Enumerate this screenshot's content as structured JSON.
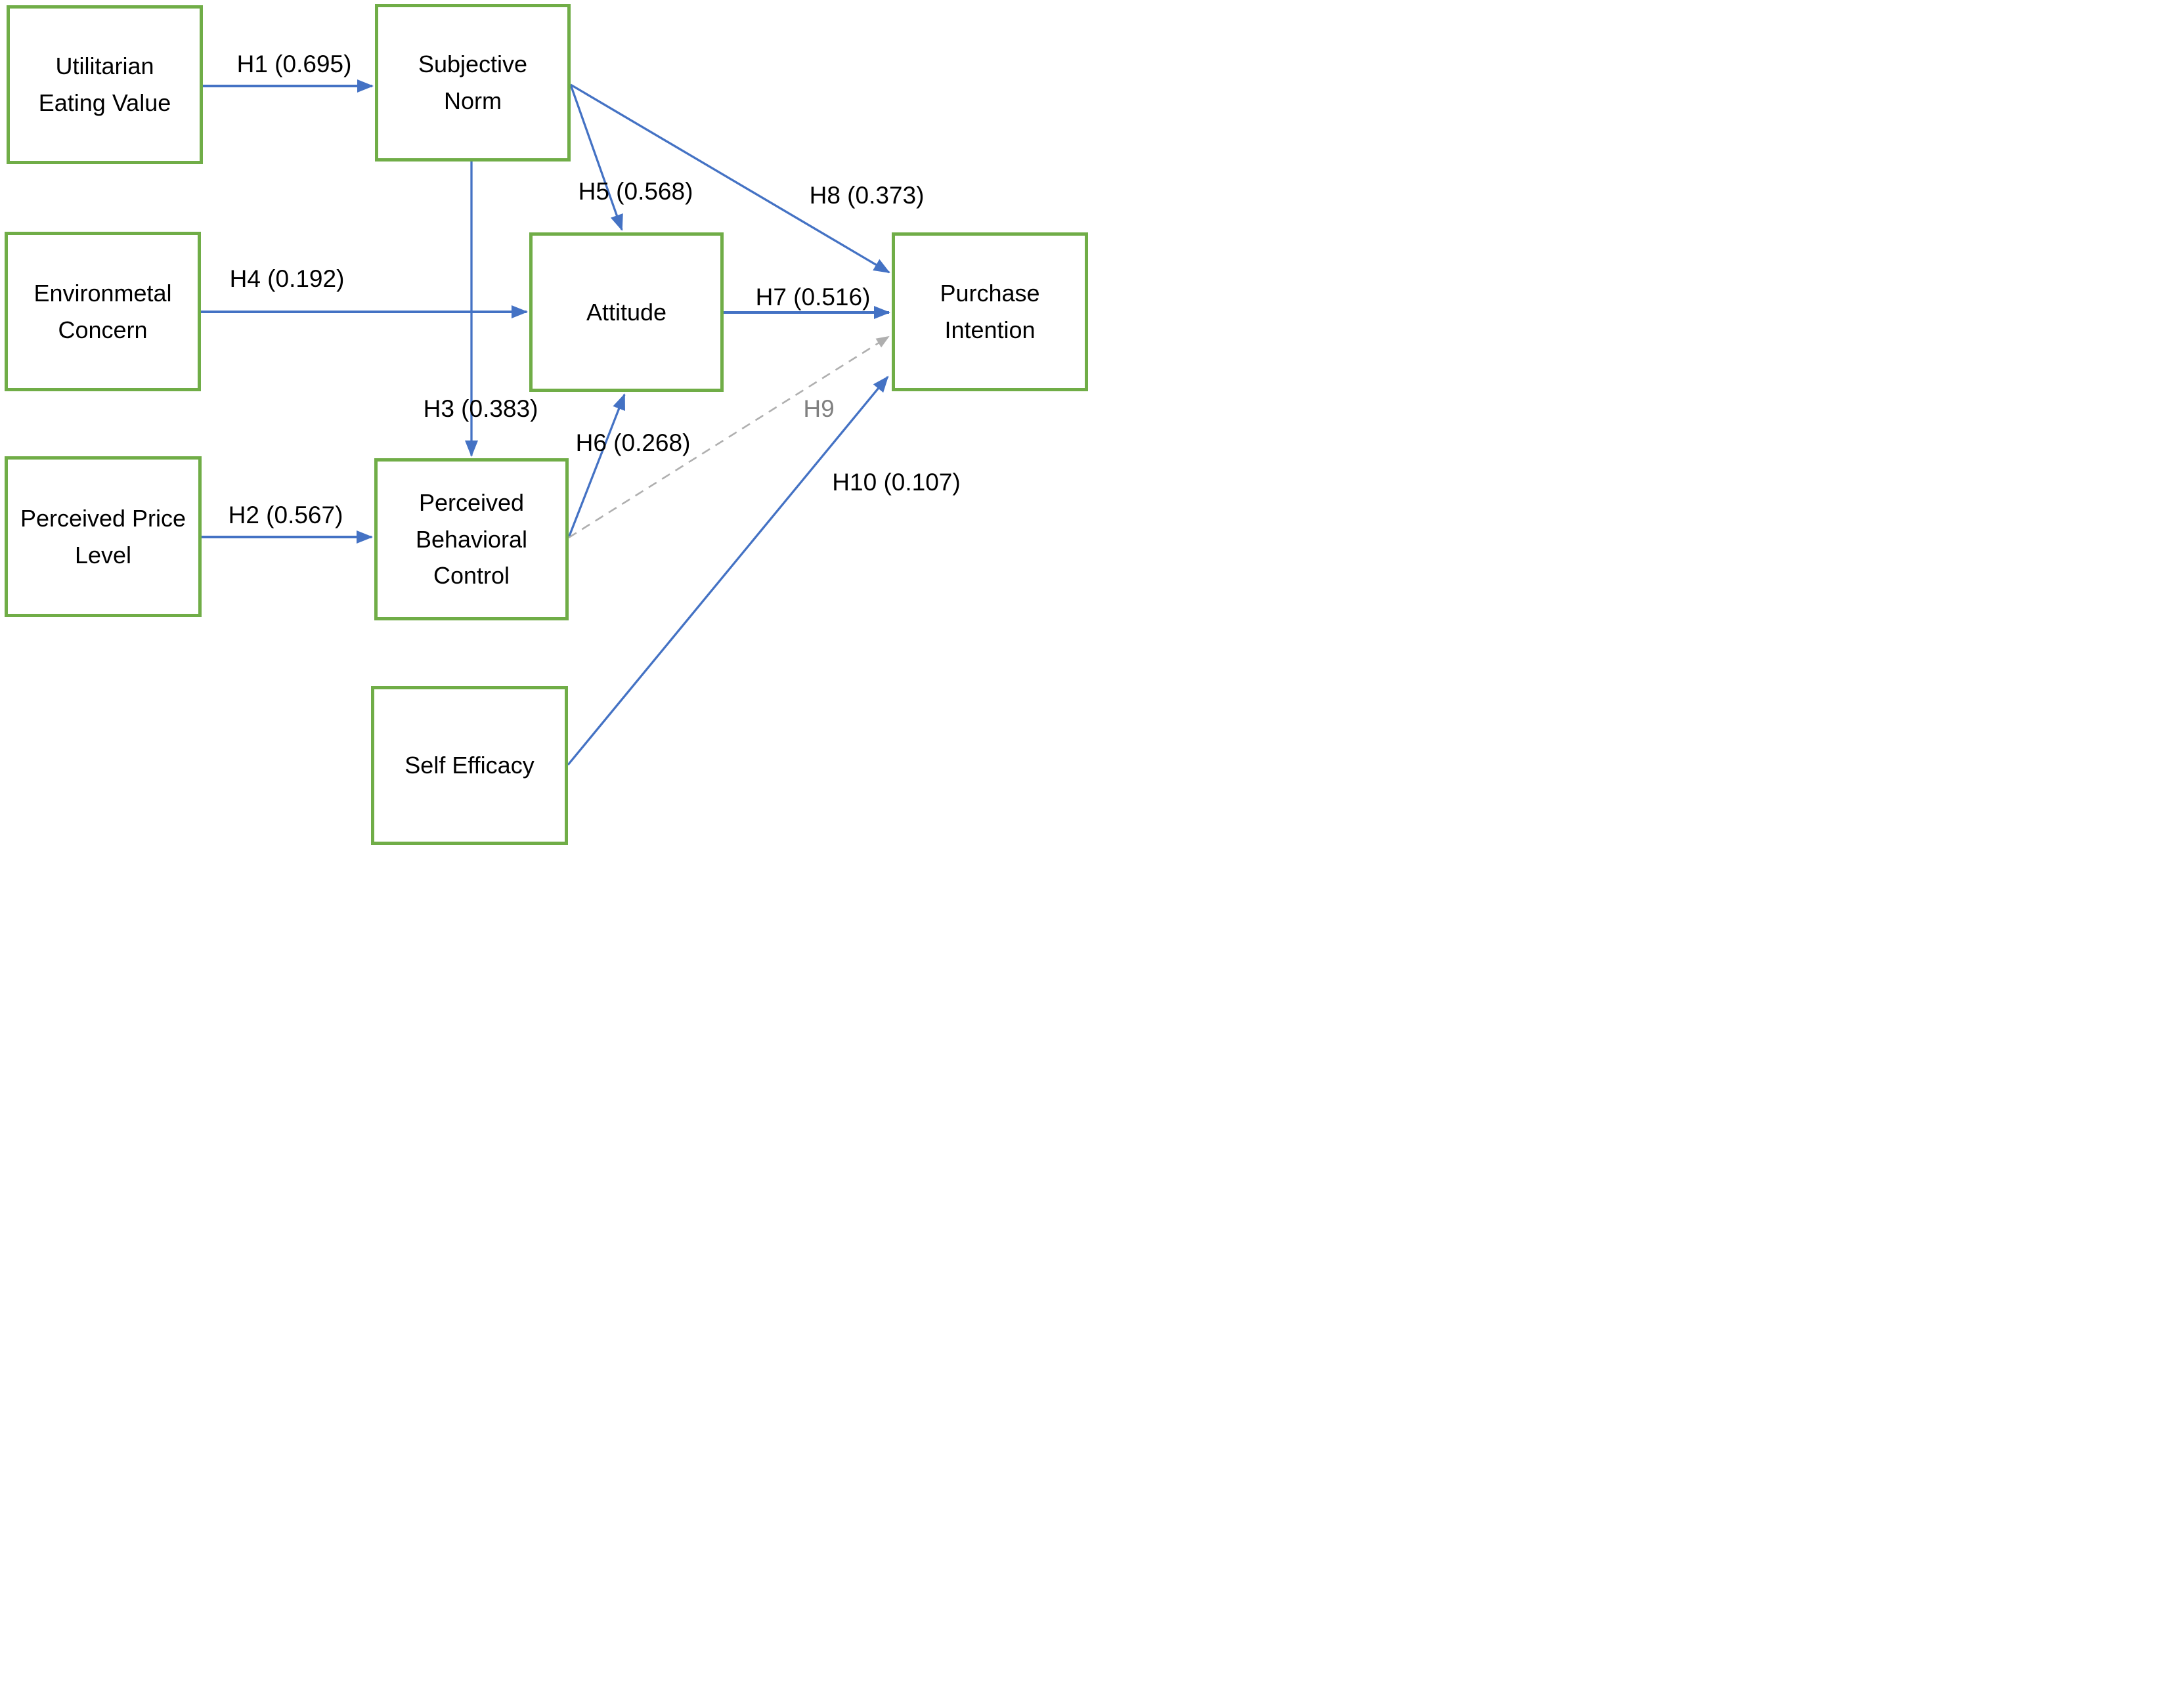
{
  "colors": {
    "node_border": "#70AD47",
    "node_fill": "#FFFFFF",
    "arrow": "#4472C4",
    "dashed_arrow": "#AFAFAF",
    "h9_label": "#808080",
    "text": "#000000"
  },
  "nodes": [
    {
      "id": "utilitarian-eating-value",
      "label": "Utilitarian Eating Value",
      "lines": [
        "Utilitarian",
        "Eating Value"
      ]
    },
    {
      "id": "subjective-norm",
      "label": "Subjective Norm",
      "lines": [
        "Subjective",
        "Norm"
      ]
    },
    {
      "id": "environmental-concern",
      "label": "Environmetal Concern",
      "lines": [
        "Environmetal",
        "Concern"
      ]
    },
    {
      "id": "attitude",
      "label": "Attitude",
      "lines": [
        "Attitude"
      ]
    },
    {
      "id": "purchase-intention",
      "label": "Purchase Intention",
      "lines": [
        "Purchase",
        "Intention"
      ]
    },
    {
      "id": "perceived-price-level",
      "label": "Perceived Price Level",
      "lines": [
        "Perceived Price",
        "Level"
      ]
    },
    {
      "id": "perceived-behavioral-control",
      "label": "Perceived Behavioral Control",
      "lines": [
        "Perceived",
        "Behavioral",
        "Control"
      ]
    },
    {
      "id": "self-efficacy",
      "label": "Self Efficacy",
      "lines": [
        "Self Efficacy"
      ]
    }
  ],
  "edges": [
    {
      "id": "H1",
      "label": "H1 (0.695)",
      "from": "utilitarian-eating-value",
      "to": "subjective-norm",
      "style": "solid"
    },
    {
      "id": "H2",
      "label": "H2 (0.567)",
      "from": "perceived-price-level",
      "to": "perceived-behavioral-control",
      "style": "solid"
    },
    {
      "id": "H3",
      "label": "H3 (0.383)",
      "from": "subjective-norm",
      "to": "perceived-behavioral-control",
      "style": "solid"
    },
    {
      "id": "H4",
      "label": "H4 (0.192)",
      "from": "environmental-concern",
      "to": "attitude",
      "style": "solid"
    },
    {
      "id": "H5",
      "label": "H5 (0.568)",
      "from": "subjective-norm",
      "to": "attitude",
      "style": "solid"
    },
    {
      "id": "H6",
      "label": "H6 (0.268)",
      "from": "perceived-behavioral-control",
      "to": "attitude",
      "style": "solid"
    },
    {
      "id": "H7",
      "label": "H7 (0.516)",
      "from": "attitude",
      "to": "purchase-intention",
      "style": "solid"
    },
    {
      "id": "H8",
      "label": "H8 (0.373)",
      "from": "subjective-norm",
      "to": "purchase-intention",
      "style": "solid"
    },
    {
      "id": "H9",
      "label": "H9",
      "from": "perceived-behavioral-control",
      "to": "purchase-intention",
      "style": "dashed"
    },
    {
      "id": "H10",
      "label": "H10 (0.107)",
      "from": "self-efficacy",
      "to": "purchase-intention",
      "style": "solid"
    }
  ]
}
